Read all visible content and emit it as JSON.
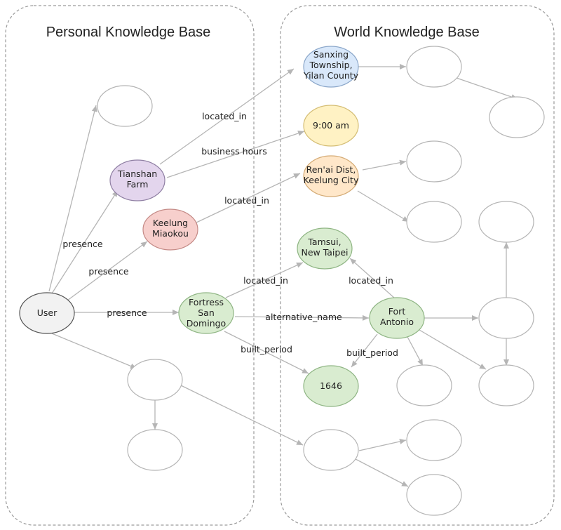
{
  "panels": {
    "personal_title": "Personal Knowledge Base",
    "world_title": "World Knowledge Base"
  },
  "nodes": {
    "user": [
      "User"
    ],
    "tianshan": [
      "Tianshan",
      "Farm"
    ],
    "keelung_miaokou": [
      "Keelung",
      "Miaokou"
    ],
    "fortress": [
      "Fortress",
      "San",
      "Domingo"
    ],
    "sanxing": [
      "Sanxing",
      "Township,",
      "Yilan County"
    ],
    "nine_am": [
      "9:00 am"
    ],
    "renai": [
      "Ren'ai Dist,",
      "Keelung City"
    ],
    "tamsui": [
      "Tamsui,",
      "New Taipei"
    ],
    "fort_antonio": [
      "Fort",
      "Antonio"
    ],
    "year_1646": [
      "1646"
    ]
  },
  "edge_labels": {
    "user_tianshan": "presence",
    "user_keelung": "presence",
    "user_fortress": "presence",
    "tianshan_sanxing": "located_in",
    "tianshan_nine": "business hours",
    "keelung_renai": "located_in",
    "fortress_tamsui": "located_in",
    "fortress_antonio": "alternative_name",
    "fortress_1646": "built_period",
    "antonio_tamsui": "located_in",
    "antonio_1646": "built_period"
  },
  "colors": {
    "user": "#f2f2f2",
    "tianshan": "#e3d5ed",
    "keelung_miaokou": "#f7cfcc",
    "sanxing": "#d9e8fa",
    "nine_am": "#fff2c4",
    "renai": "#ffe7c9",
    "green": "#d9ecd0"
  }
}
